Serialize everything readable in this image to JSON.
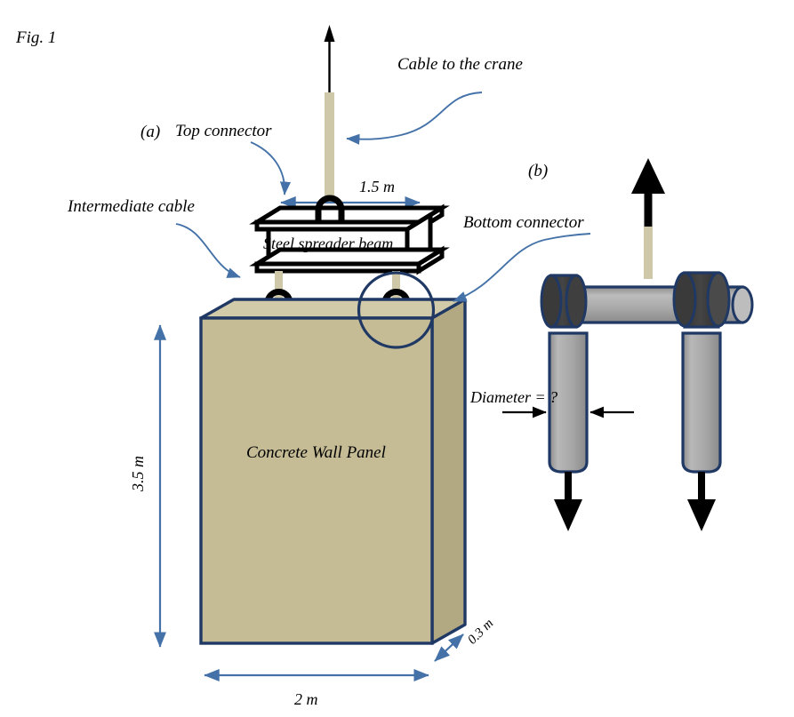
{
  "figure": {
    "id": "Fig. 1",
    "panels": [
      {
        "key": "a",
        "label": "(a)"
      },
      {
        "key": "b",
        "label": "(b)"
      }
    ]
  },
  "labels": {
    "fig_number": "Fig. 1",
    "panel_a": "(a)",
    "panel_b": "(b)",
    "top_connector": "Top connector",
    "cable_to_crane": "Cable to the crane",
    "intermediate_cable": "Intermediate cable",
    "bottom_connector": "Bottom connector",
    "steel_spreader_beam": "Steel spreader beam",
    "concrete_wall_panel": "Concrete Wall Panel",
    "diameter_query": "Diameter = ?"
  },
  "dimensions": {
    "beam_span": "1.5 m",
    "panel_height": "3.5 m",
    "panel_width": "2 m",
    "panel_thickness": "0.3 m"
  },
  "chart_data": {
    "type": "diagram",
    "title": "Fig. 1",
    "subject": "Concrete wall panel lifted by a steel spreader beam",
    "panels": [
      {
        "key": "a",
        "label": "(a)",
        "description": "Overall lifting arrangement",
        "annotations": [
          "Cable to the crane",
          "Top connector",
          "Intermediate cable",
          "Bottom connector",
          "Steel spreader beam",
          "Concrete Wall Panel"
        ],
        "measurements": [
          {
            "name": "Spreader beam span",
            "value": 1.5,
            "unit": "m",
            "text": "1.5 m"
          },
          {
            "name": "Panel height",
            "value": 3.5,
            "unit": "m",
            "text": "3.5 m"
          },
          {
            "name": "Panel width",
            "value": 2,
            "unit": "m",
            "text": "2 m"
          },
          {
            "name": "Panel thickness",
            "value": 0.3,
            "unit": "m",
            "text": "0.3 m"
          }
        ]
      },
      {
        "key": "b",
        "label": "(b)",
        "description": "Detail of the bottom connector (U-shaped bar) with free-body forces",
        "annotations": [
          "Diameter = ?"
        ],
        "forces": [
          {
            "name": "Upward cable force",
            "direction": "up",
            "count": 1
          },
          {
            "name": "Downward panel reactions",
            "direction": "down",
            "count": 2
          }
        ],
        "unknowns": [
          {
            "name": "Bar diameter",
            "value": "?"
          }
        ]
      }
    ]
  },
  "colors": {
    "concrete_fill": "#C5BC96",
    "concrete_top_fill": "#D2CBA9",
    "concrete_side_fill": "#B2A881",
    "outline_navy": "#1F3864",
    "cable_beige": "#CFC8A8",
    "leader_blue": "#4472A8",
    "steel_black": "#000000",
    "bar_gray": "#A6A6A6",
    "cap_dark": "#404040",
    "background": "#FFFFFF"
  }
}
